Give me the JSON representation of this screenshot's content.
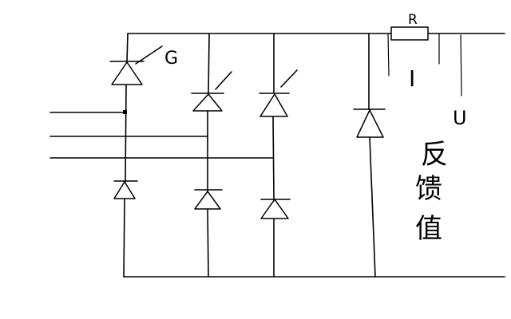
{
  "labels": {
    "gate": "G",
    "resistor": "R",
    "current": "I",
    "voltage": "U",
    "feedback_chars": [
      "反",
      "馈",
      "值"
    ]
  }
}
